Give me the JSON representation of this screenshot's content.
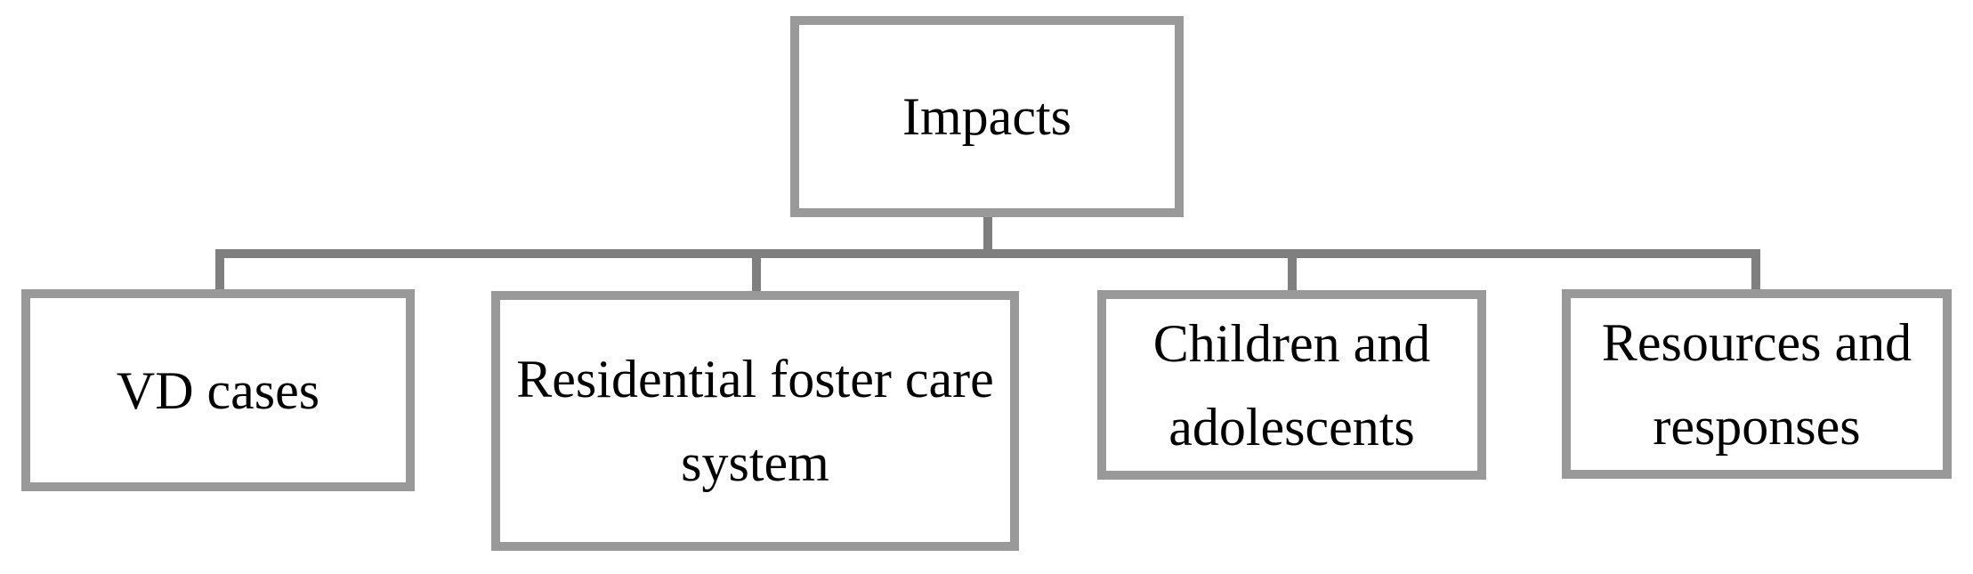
{
  "diagram": {
    "type": "org-chart",
    "background_color": "#ffffff",
    "box_border_color": "#999999",
    "connector_color": "#7f7f7f",
    "text_color": "#000000",
    "root": {
      "label": "Impacts"
    },
    "children": [
      {
        "label": "VD cases"
      },
      {
        "label": "Residential foster care system"
      },
      {
        "label": "Children and adolescents"
      },
      {
        "label": "Resources and responses"
      }
    ]
  }
}
